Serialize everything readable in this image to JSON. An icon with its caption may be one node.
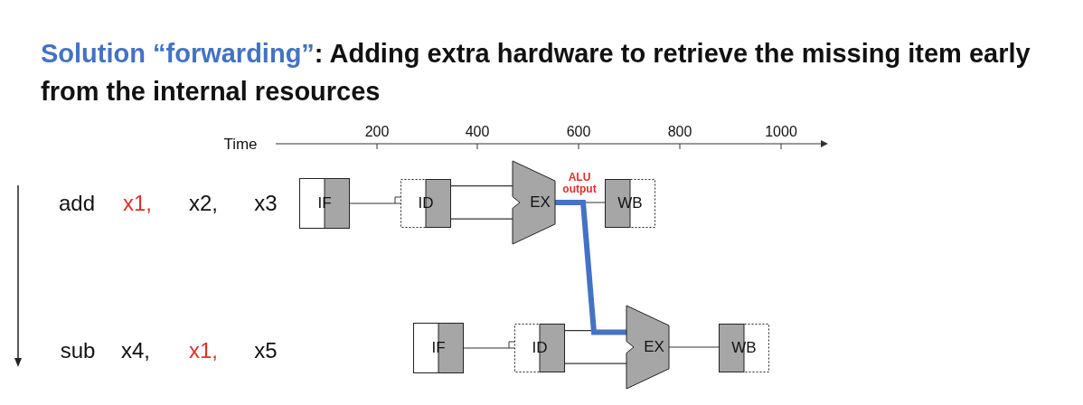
{
  "diagram": {
    "title": "Solution “forwarding”: Adding extra hardware to retrieve the missing item early from the internal resources",
    "nodes": [
      {
        "text": [
          "IF"
        ]
      },
      {
        "text": [
          "ID"
        ]
      },
      {
        "text": [
          "EX"
        ]
      },
      {
        "text": [
          "WB"
        ]
      },
      {
        "text": [
          "IF"
        ]
      },
      {
        "text": [
          "ID"
        ]
      },
      {
        "text": [
          "EX"
        ]
      },
      {
        "text": [
          "WB"
        ]
      }
    ],
    "edges": [
      {
        "from": 0,
        "to": 1,
        "arrow": "none"
      },
      {
        "from": 1,
        "to": 2,
        "arrow": "none"
      },
      {
        "from": 1,
        "to": 2,
        "arrow": "none"
      },
      {
        "from": 2,
        "to": 3,
        "arrow": "none"
      },
      {
        "from": 4,
        "to": 5,
        "arrow": "none"
      },
      {
        "from": 5,
        "to": 6,
        "arrow": "none"
      },
      {
        "from": 5,
        "to": 6,
        "arrow": "none"
      },
      {
        "from": 6,
        "to": 7,
        "arrow": "none"
      },
      {
        "from": 2,
        "to": 6,
        "arrow": "none",
        "style": "thick",
        "color": "#4472c4"
      }
    ],
    "labels": [
      "Time",
      "200",
      "400",
      "600",
      "800",
      "1000",
      "add",
      "x1,",
      "x2,",
      "x3",
      "ALU output",
      "sub",
      "x4,",
      "x1,",
      "x5"
    ]
  }
}
